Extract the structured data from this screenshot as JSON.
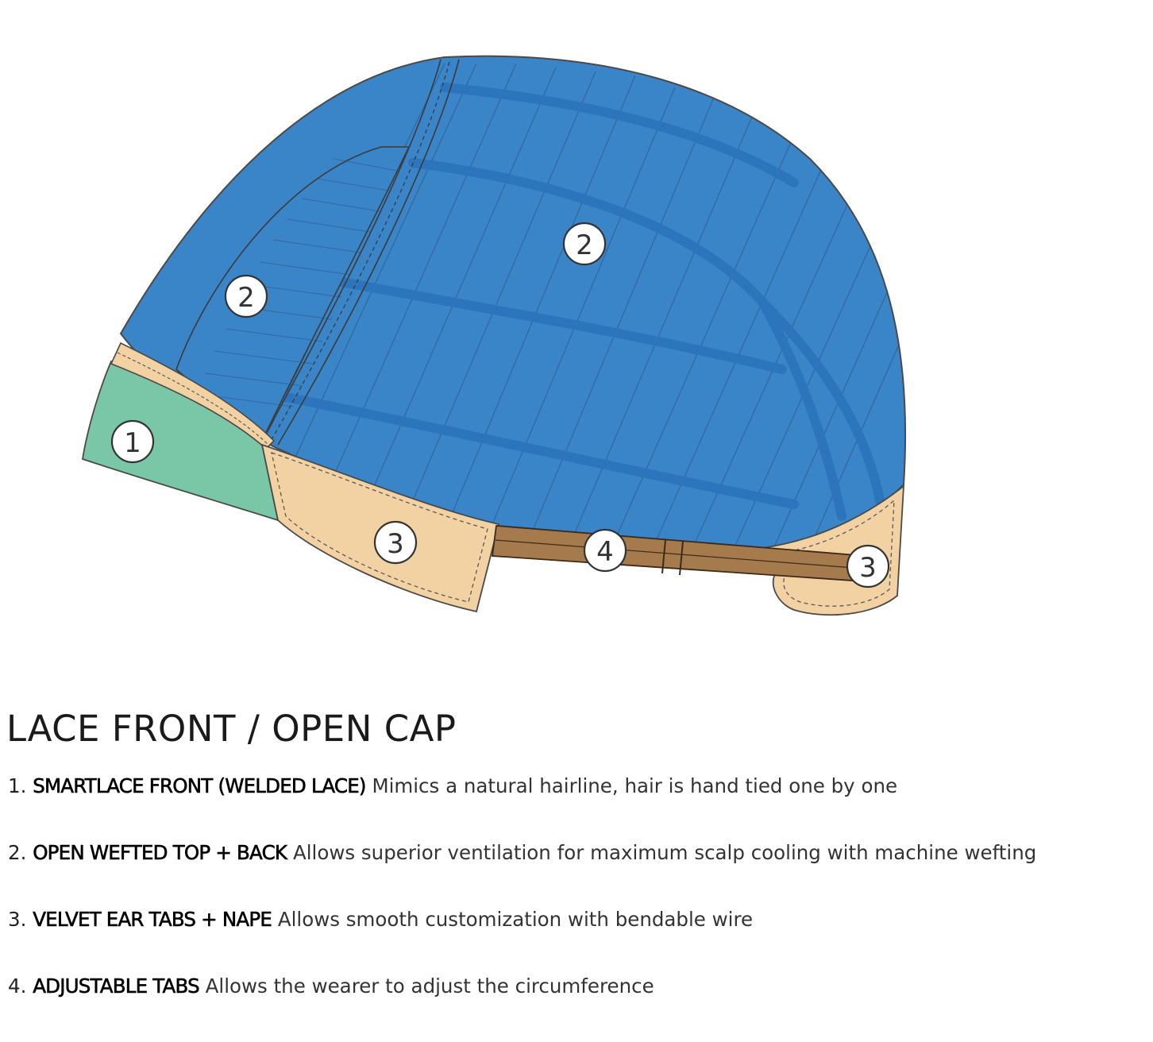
{
  "colors": {
    "cap_blue": "#3a84c8",
    "cap_blue_dark": "#2c75bd",
    "lace_green": "#7ac7a8",
    "velvet_tan": "#f2d1a2",
    "tab_brown": "#a57a4d",
    "outline": "#4a4a4a"
  },
  "markers": [
    "1",
    "2",
    "2",
    "3",
    "4",
    "3"
  ],
  "title": "LACE FRONT / OPEN CAP",
  "features": [
    {
      "num": "1.",
      "name": "SMARTLACE FRONT (WELDED LACE)",
      "desc": "Mimics a natural hairline, hair is hand tied one by one"
    },
    {
      "num": "2.",
      "name": "OPEN WEFTED TOP + BACK",
      "desc": "Allows superior ventilation for maximum scalp cooling with machine wefting"
    },
    {
      "num": "3.",
      "name": "VELVET EAR TABS + NAPE",
      "desc": "Allows smooth customization with bendable wire"
    },
    {
      "num": "4.",
      "name": "ADJUSTABLE TABS",
      "desc": "Allows the wearer to adjust the circumference"
    }
  ]
}
